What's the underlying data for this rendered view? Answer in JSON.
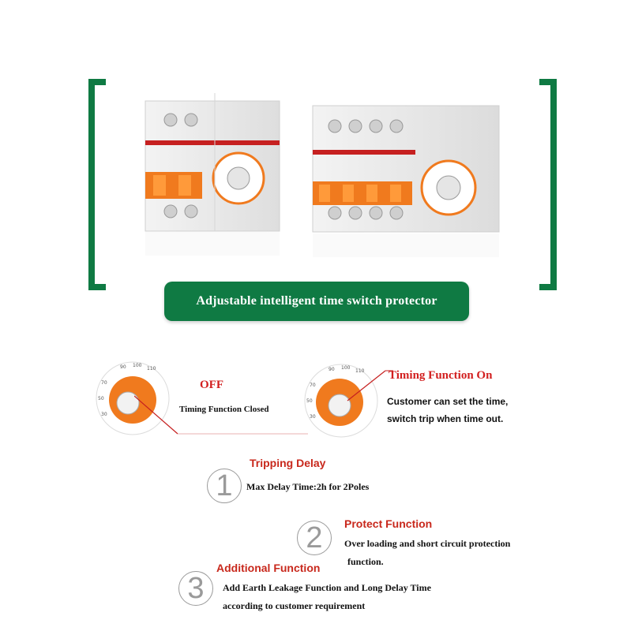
{
  "header": {
    "banner_text": "Adjustable intelligent time switch protector"
  },
  "dials": [
    {
      "title": "OFF",
      "description": "Timing Function Closed"
    },
    {
      "title": "Timing Function On",
      "description_line1": "Customer can set the time,",
      "description_line2": "switch trip when time out."
    }
  ],
  "features": [
    {
      "number": "1",
      "title": "Tripping Delay",
      "line1": "Max Delay Time:2h for 2Poles",
      "line2": ""
    },
    {
      "number": "2",
      "title": "Protect Function",
      "line1": "Over loading and short circuit protection",
      "line2": "function."
    },
    {
      "number": "3",
      "title": "Additional Function",
      "line1": "Add Earth Leakage Function and Long Delay Time",
      "line2": "according to customer requirement"
    }
  ],
  "colors": {
    "brand_green": "#0f7a43",
    "accent_red": "#d21f1f",
    "breaker_orange": "#f07a1e"
  }
}
